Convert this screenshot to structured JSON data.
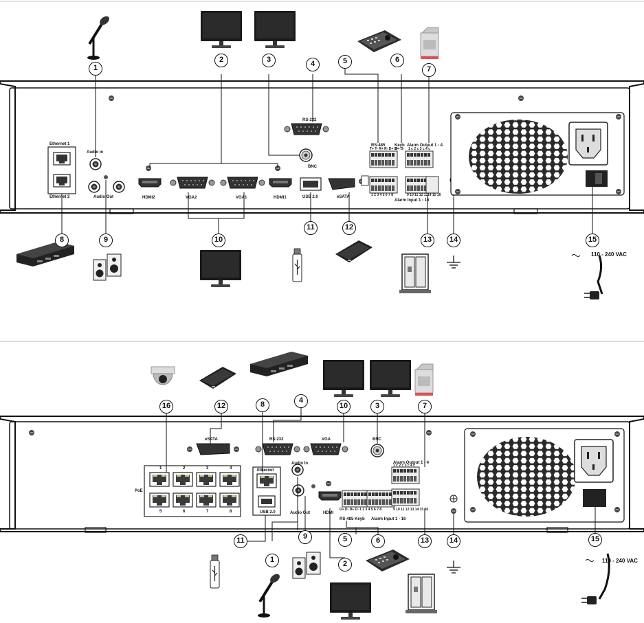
{
  "top": {
    "callouts": [
      "1",
      "2",
      "3",
      "4",
      "5",
      "6",
      "7",
      "8",
      "9",
      "10",
      "11",
      "12",
      "13",
      "14",
      "15"
    ],
    "labels": {
      "audio_in": "Audio in",
      "audio_out": "Audio Out",
      "ethernet1": "Ethernet 1",
      "ethernet2": "Ethernet 2",
      "hdmi2": "HDMI2",
      "vga2": "VGA2",
      "vga1": "VGA1",
      "hdmi1": "HDMI1",
      "rs232": "RS-232",
      "bnc": "BNC",
      "usb": "USB 2.0",
      "esata": "eSATA",
      "rs485": "RS-485",
      "rs485_pins": "T+ T- R+ R- D+ D-",
      "keyb": "Keyb",
      "keyb_pins": "D+ D-",
      "alarm_out": "Alarm Output 1 - 4",
      "alarm_out_pins": "1 c 2 c 3 c 4 c",
      "alarm_in_pins": "1 2 3 4 5 6 7 8",
      "alarm_in_pins2": "9 10 11 12 13",
      "alarm_in_pins3": "14 15 16",
      "alarm_in": "Alarm Input 1 - 16",
      "vac": "110 - 240 VAC"
    }
  },
  "bottom": {
    "callouts": [
      "16",
      "12",
      "8",
      "4",
      "10",
      "3",
      "7",
      "11",
      "1",
      "9",
      "5",
      "6",
      "13",
      "14",
      "15",
      "2"
    ],
    "labels": {
      "esata": "eSATA",
      "rs232": "RS-232",
      "vga": "VGA",
      "bnc": "BNC",
      "ethernet": "Ethernet",
      "usb": "USB 2.0",
      "audio_in": "Audio In",
      "audio_out": "Audio Out",
      "hdmi": "HDMI",
      "poe": "PoE",
      "poe_top": [
        "1",
        "2",
        "3",
        "4"
      ],
      "poe_bottom": [
        "5",
        "6",
        "7",
        "8"
      ],
      "alarm_out": "Alarm Output 1 - 4",
      "alarm_out_pins": "1 c 2 c 3 c 4 c",
      "rs485_keyb": "RS-485 Keyb",
      "rs485_pins": "D+ D- D+ D- 1 2 3 4 5 6 7 8",
      "alarm_in": "Alarm Input 1 - 16",
      "alarm_in_pins": "9 10 11 12 13 14 15 16",
      "vac": "110 - 240 VAC"
    }
  }
}
